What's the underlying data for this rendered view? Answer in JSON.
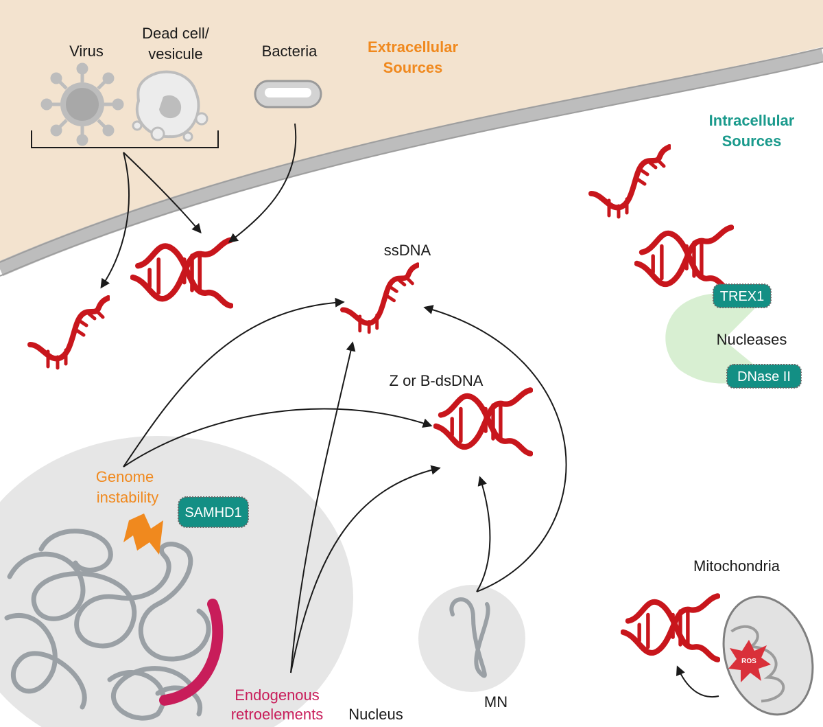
{
  "labels": {
    "virus": "Virus",
    "dead_cell_line1": "Dead cell/",
    "dead_cell_line2": "vesicule",
    "bacteria": "Bacteria",
    "extracellular_line1": "Extracellular",
    "extracellular_line2": "Sources",
    "intracellular_line1": "Intracellular",
    "intracellular_line2": "Sources",
    "ssdna": "ssDNA",
    "zb_dsdna": "Z or B-dsDNA",
    "nucleases": "Nucleases",
    "trex1": "TREX1",
    "dnase2": "DNase II",
    "genome_line1": "Genome",
    "genome_line2": "instability",
    "samhd1": "SAMHD1",
    "endogenous_line1": "Endogenous",
    "endogenous_line2": "retroelements",
    "nucleus": "Nucleus",
    "mn": "MN",
    "mitochondria": "Mitochondria",
    "ros": "ROS"
  },
  "colors": {
    "extracellular_bg": "#f3e3cf",
    "membrane": "#bdbdbd",
    "dna_red": "#c8161c",
    "extracellular_label": "#f0891e",
    "intracellular_label": "#1a9a8c",
    "badge_teal": "#138f84",
    "nuclease_green": "#d8efd2",
    "nucleus_gray": "#e6e6e6",
    "chromatin_gray": "#9aa0a5",
    "retroelement_pink": "#c81d5a",
    "lightning_orange": "#f0891e",
    "ros_red": "#d9303a"
  },
  "icons": {
    "virus": "virus-icon",
    "dead_cell": "dead-cell-icon",
    "bacteria": "bacteria-icon",
    "dsdna": "dsdna-icon",
    "ssdna": "ssdna-icon",
    "lightning": "lightning-icon",
    "mitochondrion": "mitochondrion-icon"
  }
}
